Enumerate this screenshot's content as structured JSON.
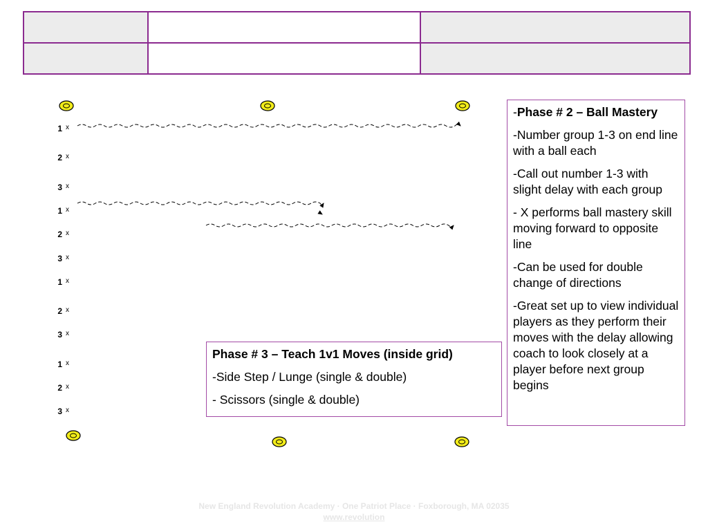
{
  "rows": [
    {
      "label": "1",
      "marker": "x"
    },
    {
      "label": "2",
      "marker": "x"
    },
    {
      "label": "3",
      "marker": "x"
    },
    {
      "label": "1",
      "marker": "x"
    },
    {
      "label": "2",
      "marker": "x"
    },
    {
      "label": "3",
      "marker": "x"
    },
    {
      "label": "1",
      "marker": "x"
    },
    {
      "label": "2",
      "marker": "x"
    },
    {
      "label": "3",
      "marker": "x"
    },
    {
      "label": "1",
      "marker": "x"
    },
    {
      "label": "2",
      "marker": "x"
    },
    {
      "label": "3",
      "marker": "x"
    }
  ],
  "phase2": {
    "dash": "-",
    "title": "Phase # 2 – Ball Mastery",
    "bullets": [
      "-Number group 1-3 on end line with a ball each",
      "-Call out number 1-3 with slight delay with each group",
      "- X performs ball mastery skill moving forward to opposite line",
      "-Can be used for double change of directions",
      "-Great set up to view individual players as they perform their moves with the delay allowing coach to look closely at a player before next group begins"
    ]
  },
  "phase3": {
    "title": "Phase # 3 – Teach 1v1 Moves (inside grid)",
    "bullets": [
      "-Side Step / Lunge (single & double)",
      "- Scissors (single & double)"
    ]
  },
  "footer": {
    "line1": "New England Revolution Academy · One Patriot Place · Foxborough, MA 02035",
    "line2": "www.revolution"
  },
  "colors": {
    "border": "#8b2a8f",
    "cone_fill": "#f2ec1a",
    "header_grey": "#ececec"
  }
}
